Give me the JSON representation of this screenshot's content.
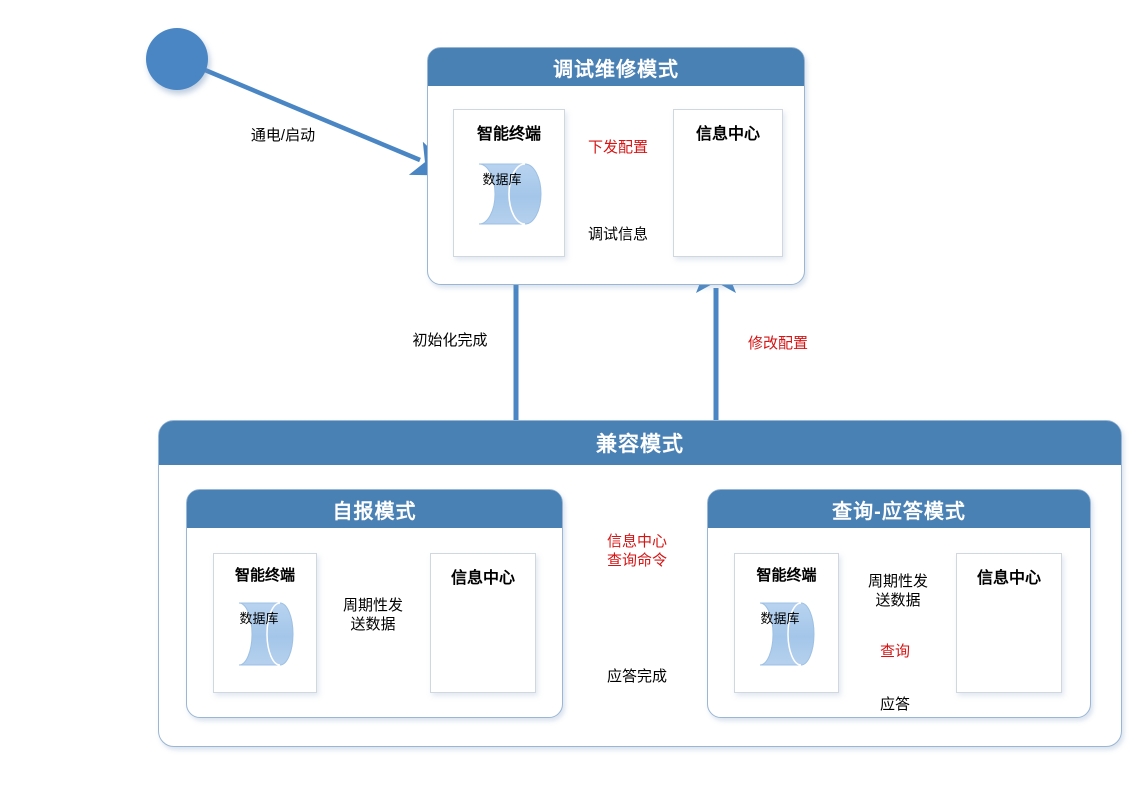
{
  "diagram": {
    "title_top": "调试维修模式",
    "title_outer": "兼容模式",
    "title_self_report": "自报模式",
    "title_query_reply": "查询-应答模式"
  },
  "entities": {
    "terminal": "智能终端",
    "center": "信息中心",
    "database": "数据库"
  },
  "labels": {
    "power_on": "通电/启动",
    "init_done": "初始化完成",
    "modify_config": "修改配置",
    "push_config": "下发配置",
    "debug_info": "调试信息",
    "periodic_send": "周期性发\n送数据",
    "center_query_cmd": "信息中心\n查询命令",
    "reply_done": "应答完成",
    "query": "查询",
    "reply": "应答"
  },
  "colors": {
    "header_blue": "#4a81b4",
    "accent_blue": "#4a86c4",
    "panel_border": "#9ab6d4",
    "entity_border": "#d0d7de",
    "cylinder_fill": "#a7c8ea",
    "red_text": "#d61414",
    "black_arrow": "#000000"
  }
}
